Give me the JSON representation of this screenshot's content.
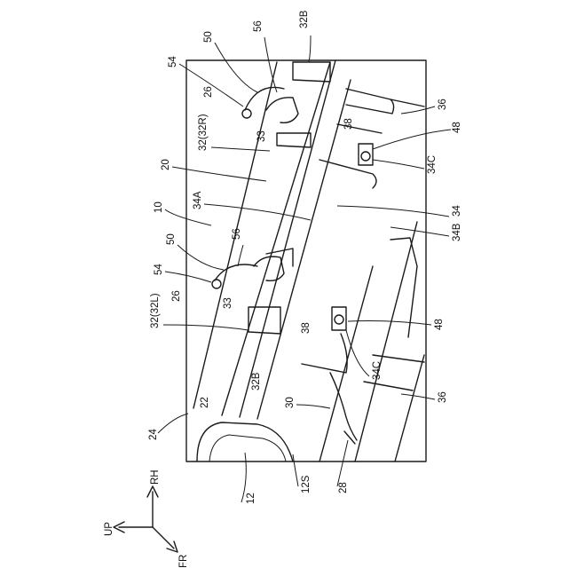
{
  "figure": {
    "labels": {
      "l10": "10",
      "l12": "12",
      "l12S": "12S",
      "l20": "20",
      "l22": "22",
      "l24": "24",
      "l26a": "26",
      "l26b": "26",
      "l28": "28",
      "l30": "30",
      "l32L": "32(32L)",
      "l32R": "32(32R)",
      "l32Ba": "32B",
      "l32Bb": "32B",
      "l33a": "33",
      "l33b": "33",
      "l34": "34",
      "l34A": "34A",
      "l34B": "34B",
      "l34Ca": "34C",
      "l34Cb": "34C",
      "l36a": "36",
      "l36b": "36",
      "l38a": "38",
      "l38b": "38",
      "l48a": "48",
      "l48b": "48",
      "l50a": "50",
      "l50b": "50",
      "l54a": "54",
      "l54b": "54",
      "l56a": "56",
      "l56b": "56"
    },
    "axes": {
      "up": "UP",
      "rh": "RH",
      "fr": "FR"
    }
  }
}
